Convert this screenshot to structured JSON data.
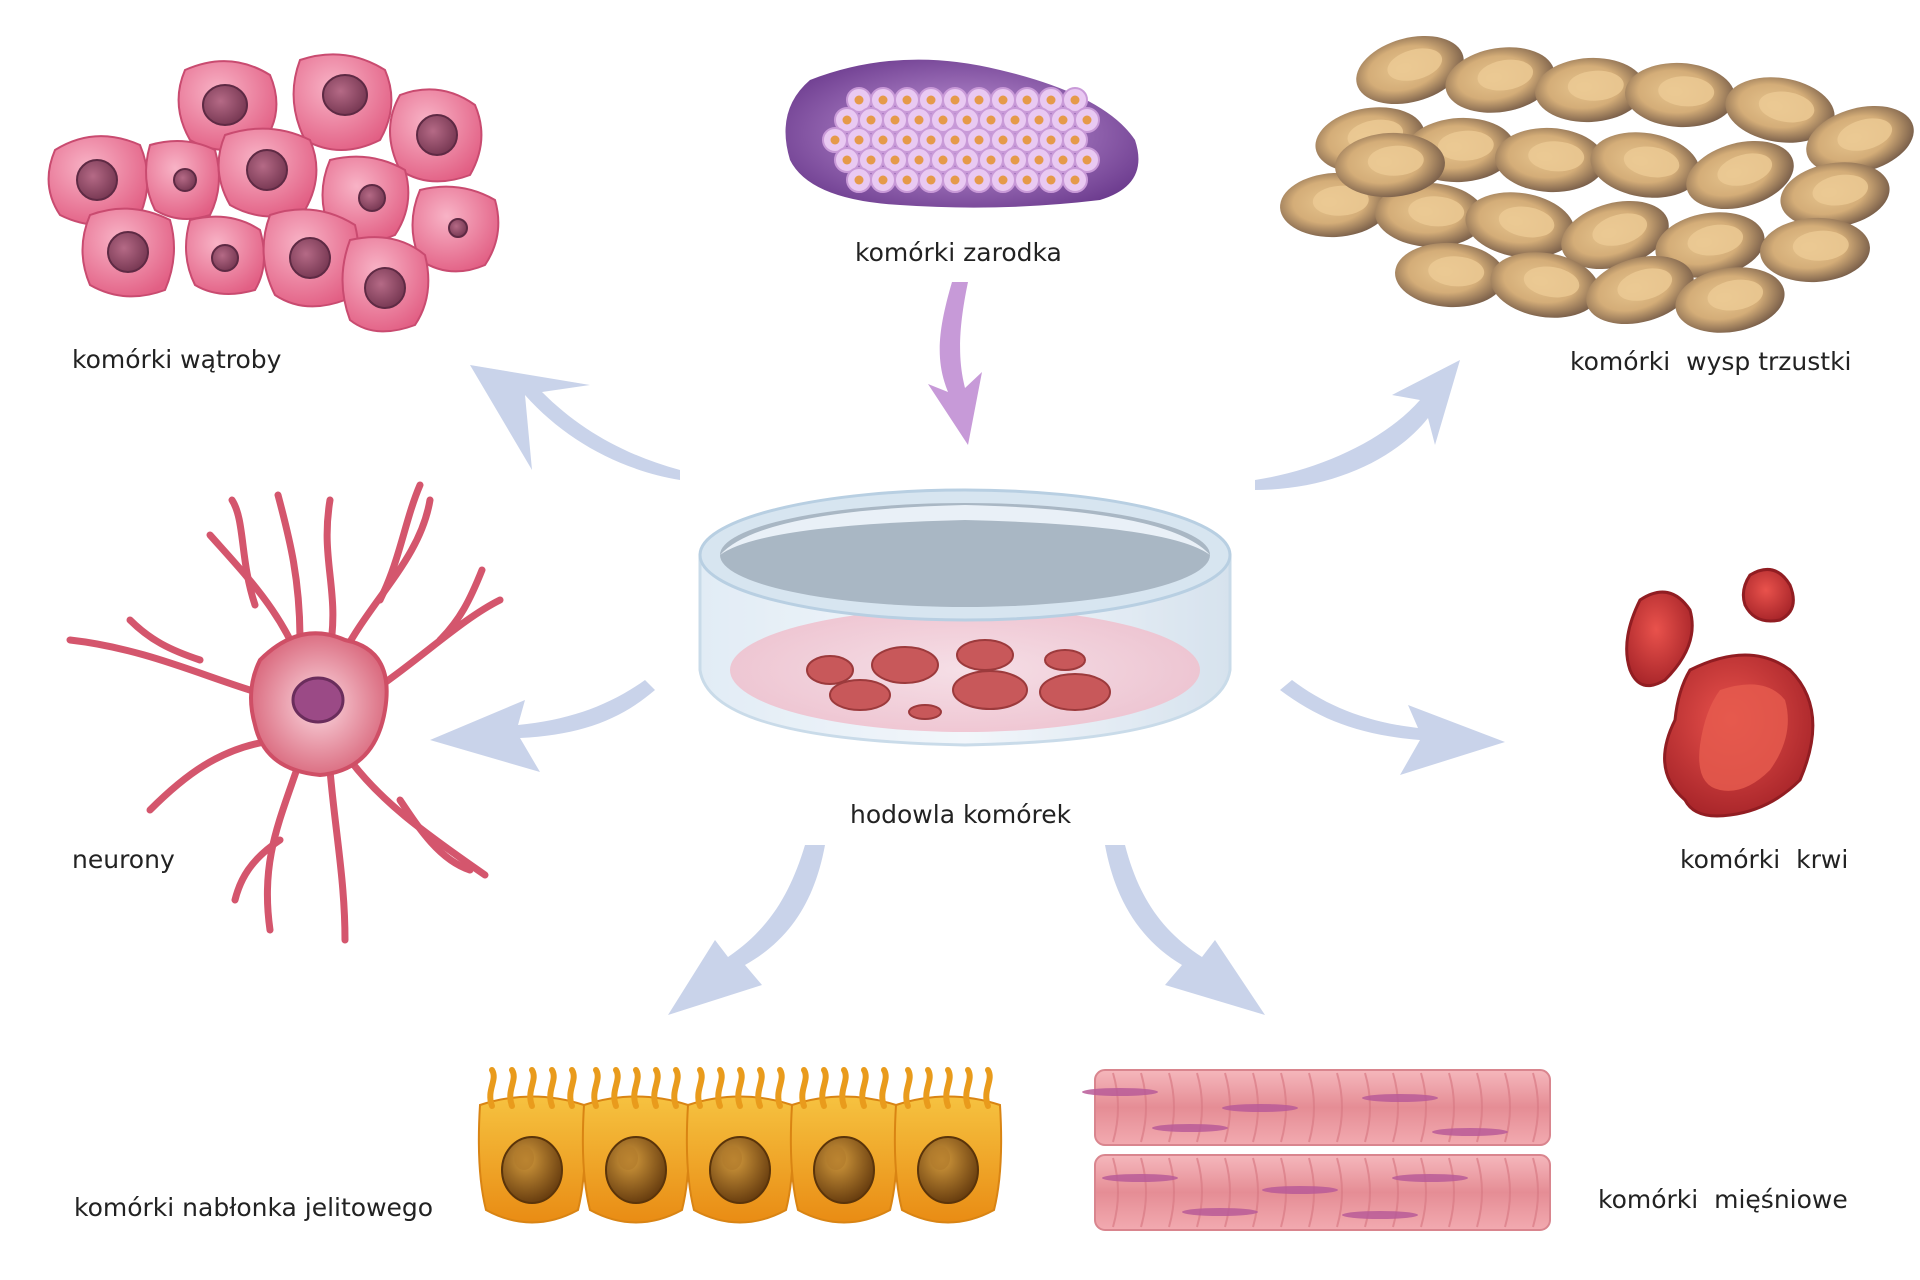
{
  "diagram": {
    "source": {
      "label": "komórki zarodka"
    },
    "center": {
      "label": "hodowla komórek"
    },
    "targets": [
      {
        "id": "liver",
        "label": "komórki wątroby"
      },
      {
        "id": "pancreas",
        "label": "komórki  wysp trzustki"
      },
      {
        "id": "neurons",
        "label": "neurony"
      },
      {
        "id": "blood",
        "label": "komórki  krwi"
      },
      {
        "id": "intestine",
        "label": "komórki nabłonka jelitowego"
      },
      {
        "id": "muscle",
        "label": "komórki  mięśniowe"
      }
    ]
  },
  "colors": {
    "arrow_main": "#c9d3ea",
    "arrow_source": "#c799d8",
    "liver": "#e8718f",
    "embryo": "#8c56a8",
    "pancreas": "#8c6f58",
    "neuron": "#d8586e",
    "blood": "#c8343a",
    "intestine": "#e8a020",
    "muscle": "#e89aa0",
    "dish": "#cfe0ee"
  }
}
